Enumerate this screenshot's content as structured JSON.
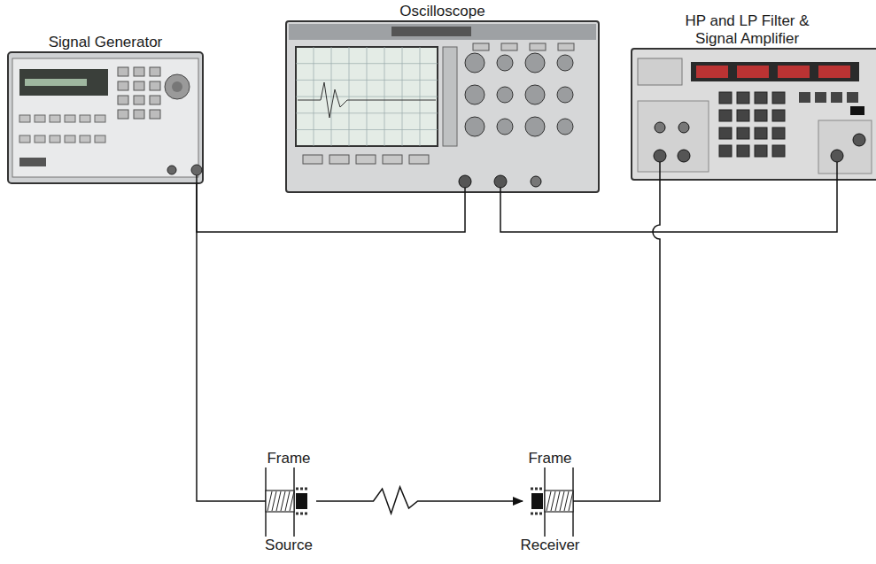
{
  "diagram": {
    "nodes": [
      {
        "text": [
          "Signal Generator"
        ]
      },
      {
        "text": [
          "Oscilloscope"
        ]
      },
      {
        "text": [
          "HP and LP Filter & Signal Amplifier"
        ]
      },
      {
        "text": [
          "Frame",
          "Source"
        ]
      },
      {
        "text": [
          "Frame",
          "Receiver"
        ]
      }
    ],
    "edges": [
      {
        "from": 0,
        "to": 1,
        "arrow": "none"
      },
      {
        "from": 0,
        "to": 3,
        "arrow": "none"
      },
      {
        "from": 2,
        "to": 1,
        "arrow": "none"
      },
      {
        "from": 4,
        "to": 2,
        "arrow": "none"
      },
      {
        "from": 3,
        "to": 4,
        "arrow": "to"
      }
    ]
  }
}
